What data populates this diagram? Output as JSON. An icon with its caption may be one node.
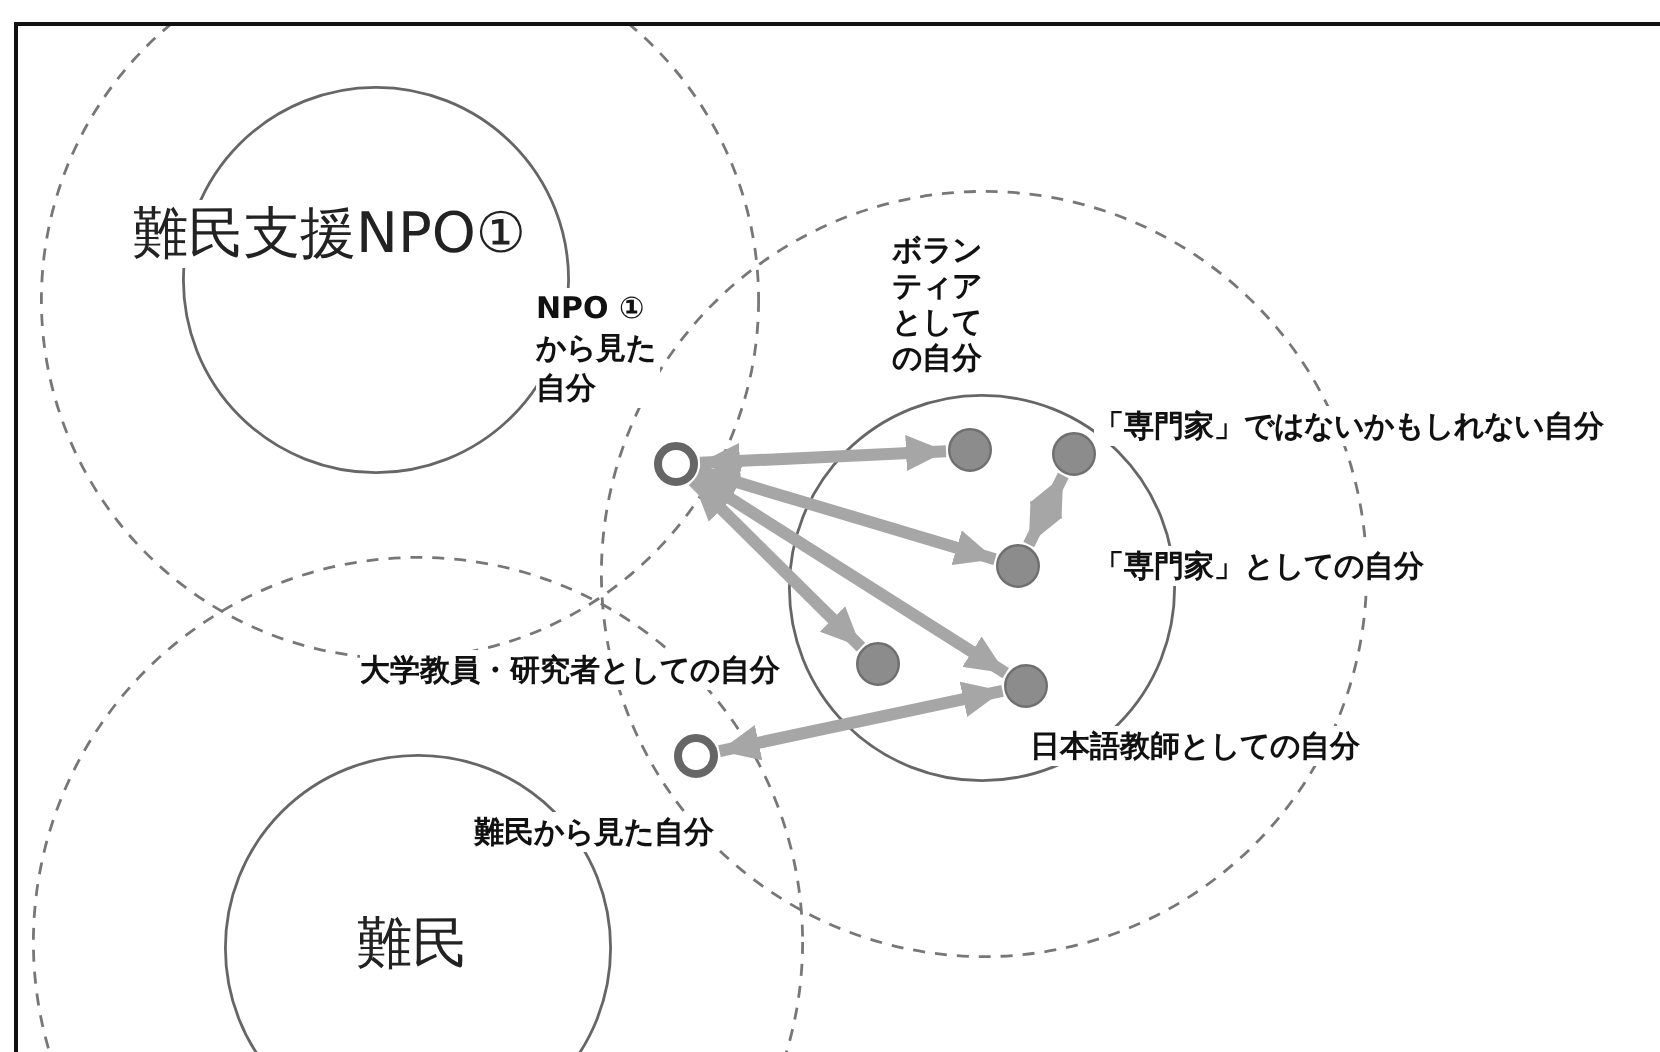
{
  "diagram": {
    "nodes": [
      {
        "text": [
          "難民支援NPO①"
        ]
      },
      {
        "text": [
          "NPO ①から見た自分"
        ]
      },
      {
        "text": [
          "ボランティアとしての自分"
        ]
      },
      {
        "text": [
          "「専門家」ではないかもしれない自分"
        ]
      },
      {
        "text": [
          "「専門家」としての自分"
        ]
      },
      {
        "text": [
          "大学教員・研究者としての自分"
        ]
      },
      {
        "text": [
          "日本語教師としての自分"
        ]
      },
      {
        "text": [
          "難民から見た自分"
        ]
      },
      {
        "text": [
          "難民"
        ]
      }
    ],
    "edges": [
      {
        "from": 1,
        "to": 2,
        "arrow": "both"
      },
      {
        "from": 1,
        "to": 4,
        "arrow": "both"
      },
      {
        "from": 1,
        "to": 5,
        "arrow": "both"
      },
      {
        "from": 1,
        "to": 6,
        "arrow": "both"
      },
      {
        "from": 4,
        "to": 3,
        "arrow": "both"
      },
      {
        "from": 7,
        "to": 6,
        "arrow": "both"
      }
    ]
  }
}
